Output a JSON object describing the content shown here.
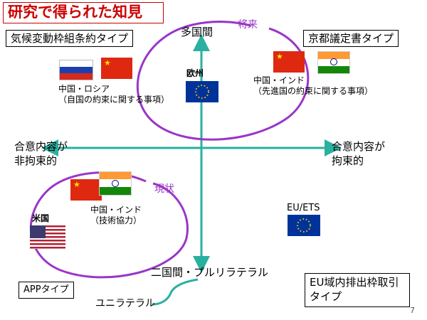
{
  "title": "研究で得られた知見",
  "page_number": "7",
  "colors": {
    "title": "#cc0000",
    "axes": "#2ab0a0",
    "ellipse": "#9a35c8"
  },
  "corners": {
    "top_left": "気候変動枠組条約タイプ",
    "top_right": "京都議定書タイプ",
    "bottom_left": "APPタイプ",
    "bottom_right_line1": "EU域内排出枠取引",
    "bottom_right_line2": "タイプ"
  },
  "axes": {
    "top": "多国間",
    "bottom": "二国間・プルリラテラル",
    "left_line1": "合意内容が",
    "left_line2": "非拘束的",
    "right_line1": "合意内容が",
    "right_line2": "拘束的"
  },
  "ellipse_labels": {
    "future": "将来",
    "current": "現状"
  },
  "unilateral": "ユニラテラル",
  "groups": {
    "china_russia_line1": "中国・ロシア",
    "china_russia_line2": "（自国の約束に関する事項）",
    "europe": "欧州",
    "china_india_future_line1": "中国・インド",
    "china_india_future_line2": "（先進国の約束に関する事項）",
    "china_india_current_line1": "中国・インド",
    "china_india_current_line2": "（技術協力）",
    "usa": "米国",
    "eu_ets": "EU/ETS"
  }
}
